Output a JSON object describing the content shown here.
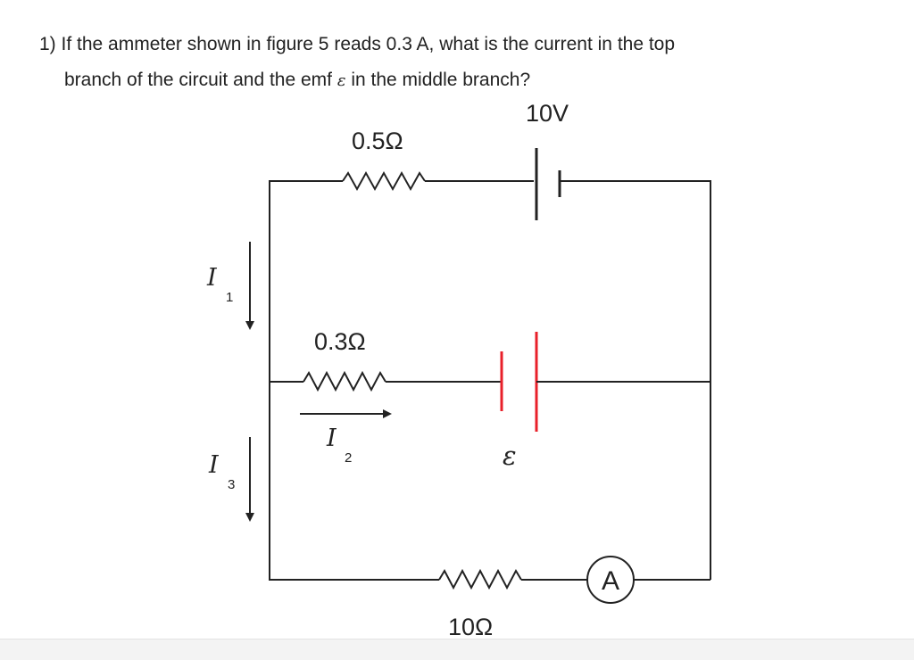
{
  "question": {
    "line1": "1) If the ammeter shown in figure 5 reads 0.3 A, what is the current in the top",
    "line2_before": "branch of the circuit and the emf ",
    "line2_symbol": "ε",
    "line2_after": " in the middle branch?"
  },
  "circuit": {
    "top_battery_label": "10V",
    "top_resistor_label": "0.5Ω",
    "middle_resistor_label": "0.3Ω",
    "bottom_resistor_label": "10Ω",
    "emf_label": "ε",
    "ammeter_label": "A",
    "currents": {
      "i1": {
        "symbol": "I",
        "sub": "1"
      },
      "i2": {
        "symbol": "I",
        "sub": "2"
      },
      "i3": {
        "symbol": "I",
        "sub": "3"
      }
    }
  },
  "colors": {
    "wire": "#222222",
    "emf_battery": "#e8202a",
    "background": "#ffffff",
    "footer": "#f3f3f3"
  }
}
